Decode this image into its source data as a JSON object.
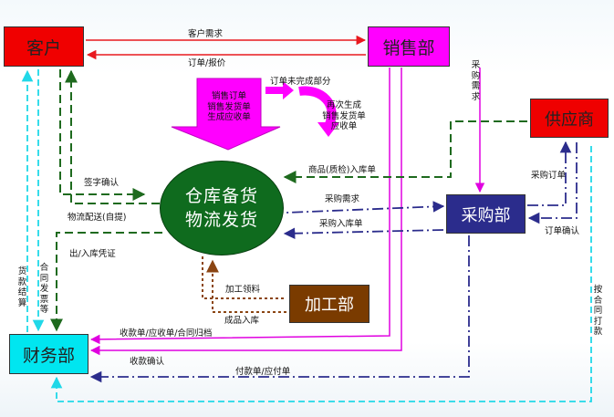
{
  "nodes": {
    "customer": "客户",
    "sales": "销售部",
    "supplier": "供应商",
    "purchase": "采购部",
    "process": "加工部",
    "finance": "财务部",
    "warehouse_line1": "仓库备货",
    "warehouse_line2": "物流发货"
  },
  "labels": {
    "customer_demand": "客户需求",
    "order_quote": "订单/报价",
    "sales_docs_l1": "销售订单",
    "sales_docs_l2": "销售发货单",
    "sales_docs_l3": "生成应收单",
    "order_unfinished": "订单未完成部分",
    "regen_l1": "再次生成",
    "regen_l2": "销售发货单",
    "regen_l3": "应收单",
    "purchase_demand_v": "采购需求",
    "goods_inbound": "商品(质检)入库单",
    "purchase_order": "采购订单",
    "sign_confirm": "签字确认",
    "delivery": "物流配送(自提)",
    "purchase_demand": "采购需求",
    "purchase_inbound": "采购入库单",
    "order_confirm": "订单确认",
    "in_out_voucher": "出/入库凭证",
    "payment_settle_v": "货款结算",
    "contract_invoice_v": "合同发票等",
    "process_material": "加工领料",
    "finished_inbound": "成品入库",
    "by_contract_pay_v": "按合同打款",
    "receipt_docs": "收款单/应收单/合同归档",
    "receipt_confirm": "收款确认",
    "payment_docs": "付款单/应付单"
  },
  "colors": {
    "red": "#e8191f",
    "magenta": "#e000e0",
    "green": "#1e6a1e",
    "navy": "#2b2c8c",
    "brown": "#8b4513",
    "cyan": "#20d8e8",
    "big_arrow": "#ff00ff"
  }
}
